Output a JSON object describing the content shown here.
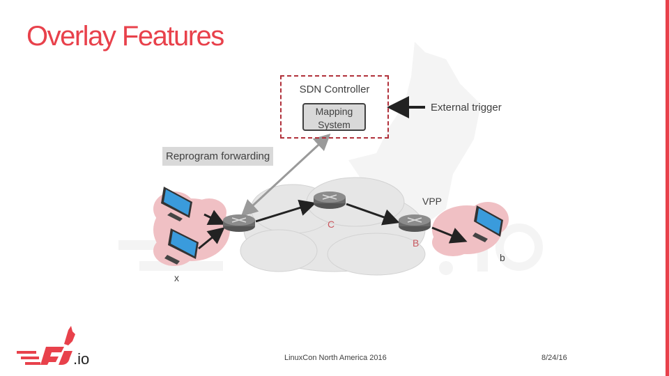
{
  "slide": {
    "title": "Overlay Features",
    "footer_center": "LinuxCon North America 2016",
    "footer_right": "8/24/16",
    "accent_color": "#e8414b"
  },
  "logo": {
    "text": ".io",
    "icon": "fdio-rabbit-logo-icon"
  },
  "diagram": {
    "controller_label": "SDN Controller",
    "mapping_system": [
      "Mapping",
      "System"
    ],
    "external_trigger": "External trigger",
    "reprogram_label": "Reprogram forwarding",
    "vpp_label": "VPP",
    "router_c_label": "C",
    "router_b_label": "B",
    "host_b_label": "b",
    "host_x_label": "x"
  }
}
